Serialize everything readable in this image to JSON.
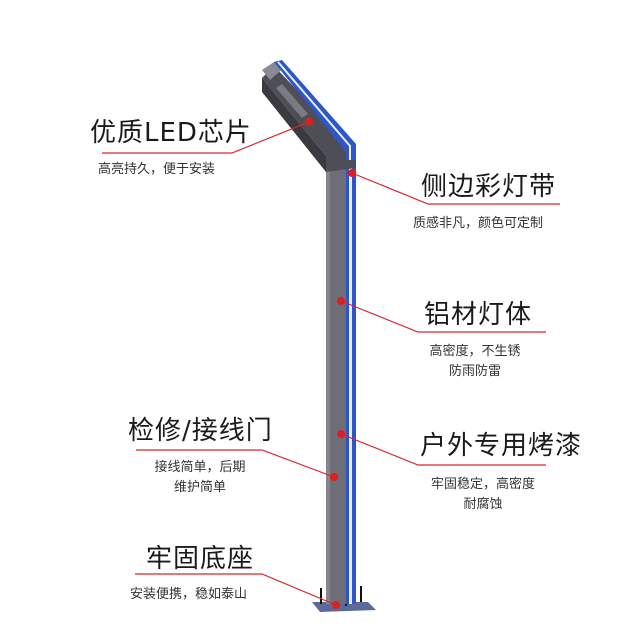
{
  "colors": {
    "pole": "#6e6e78",
    "pole_dark": "#4a4a52",
    "accent_blue": "#2f56c8",
    "leader_red": "#d8262a",
    "text": "#1a1a1a"
  },
  "features": [
    {
      "id": "led-chip",
      "title": "优质LED芯片",
      "desc": [
        "高亮持久，便于安装"
      ]
    },
    {
      "id": "side-light-strip",
      "title": "侧边彩灯带",
      "desc": [
        "质感非凡，颜色可定制"
      ]
    },
    {
      "id": "aluminum-body",
      "title": "铝材灯体",
      "desc": [
        "高密度，不生锈",
        "防雨防雷"
      ]
    },
    {
      "id": "service-door",
      "title": "检修/接线门",
      "desc": [
        "接线简单，后期",
        "维护简单"
      ]
    },
    {
      "id": "outdoor-paint",
      "title": "户外专用烤漆",
      "desc": [
        "牢固稳定，高密度",
        "耐腐蚀"
      ]
    },
    {
      "id": "solid-base",
      "title": "牢固底座",
      "desc": [
        "安装便携，稳如泰山"
      ]
    }
  ]
}
